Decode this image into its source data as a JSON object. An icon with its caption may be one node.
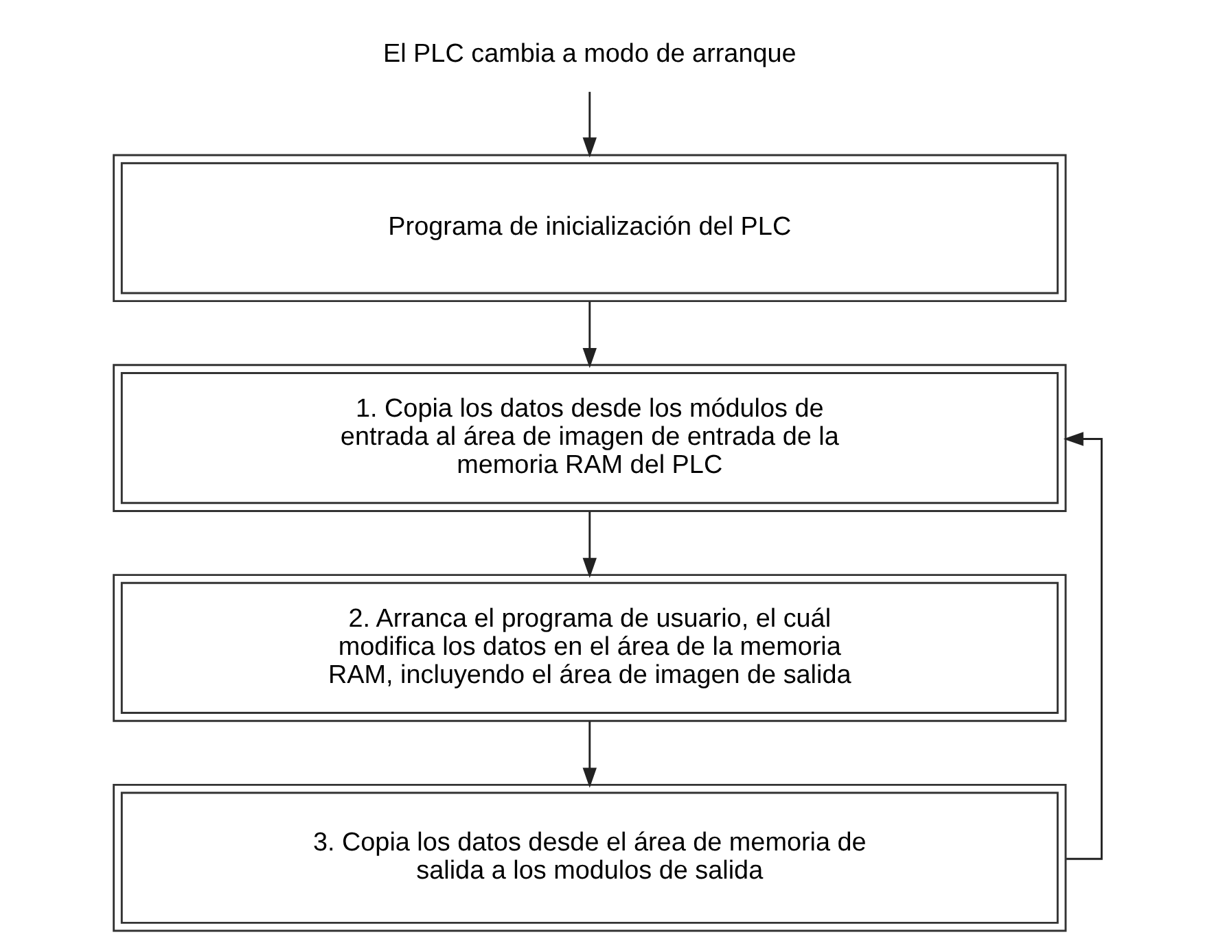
{
  "diagram": {
    "nodes": [
      {
        "text": [
          "El PLC cambia a modo de arranque"
        ]
      },
      {
        "text": [
          "Programa de inicialización del PLC"
        ]
      },
      {
        "text": [
          "1. Copia los datos desde los módulos de entrada al área de imagen de entrada de la memoria RAM del PLC"
        ]
      },
      {
        "text": [
          "2. Arranca el programa de usuario, el cuál modifica los datos en el área de la memoria RAM, incluyendo el área de imagen de salida"
        ]
      },
      {
        "text": [
          "3. Copia los datos desde el área de memoria de salida a los modulos de salida"
        ]
      }
    ],
    "edges": [
      {
        "from": 0,
        "to": 1,
        "arrow": "to"
      },
      {
        "from": 1,
        "to": 2,
        "arrow": "to"
      },
      {
        "from": 2,
        "to": 3,
        "arrow": "to"
      },
      {
        "from": 3,
        "to": 4,
        "arrow": "to"
      },
      {
        "from": 4,
        "to": 2,
        "arrow": "to"
      }
    ]
  }
}
